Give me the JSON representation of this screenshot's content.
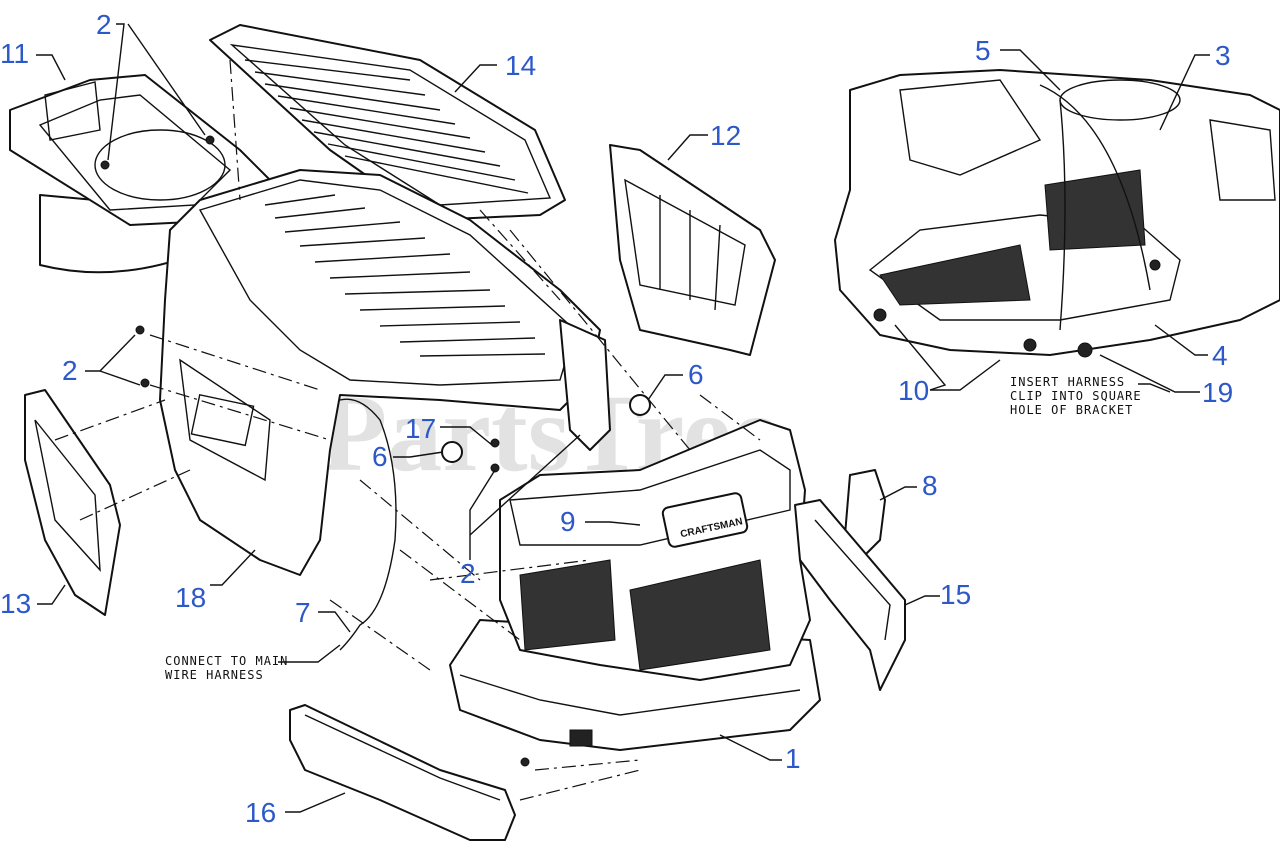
{
  "watermark": "PartsTree",
  "callouts": {
    "n1": "1",
    "n2a": "2",
    "n2b": "2",
    "n2c": "2",
    "n3": "3",
    "n4": "4",
    "n5": "5",
    "n6a": "6",
    "n6b": "6",
    "n7": "7",
    "n8": "8",
    "n9": "9",
    "n10": "10",
    "n11": "11",
    "n12": "12",
    "n13": "13",
    "n14": "14",
    "n15": "15",
    "n16": "16",
    "n17": "17",
    "n18": "18",
    "n19": "19"
  },
  "notes": {
    "connect_line1": "CONNECT TO MAIN",
    "connect_line2": "WIRE HARNESS",
    "insert_line1": "INSERT HARNESS",
    "insert_line2": "CLIP INTO SQUARE",
    "insert_line3": "HOLE OF BRACKET"
  },
  "grille_brand": "CRAFTSMAN"
}
